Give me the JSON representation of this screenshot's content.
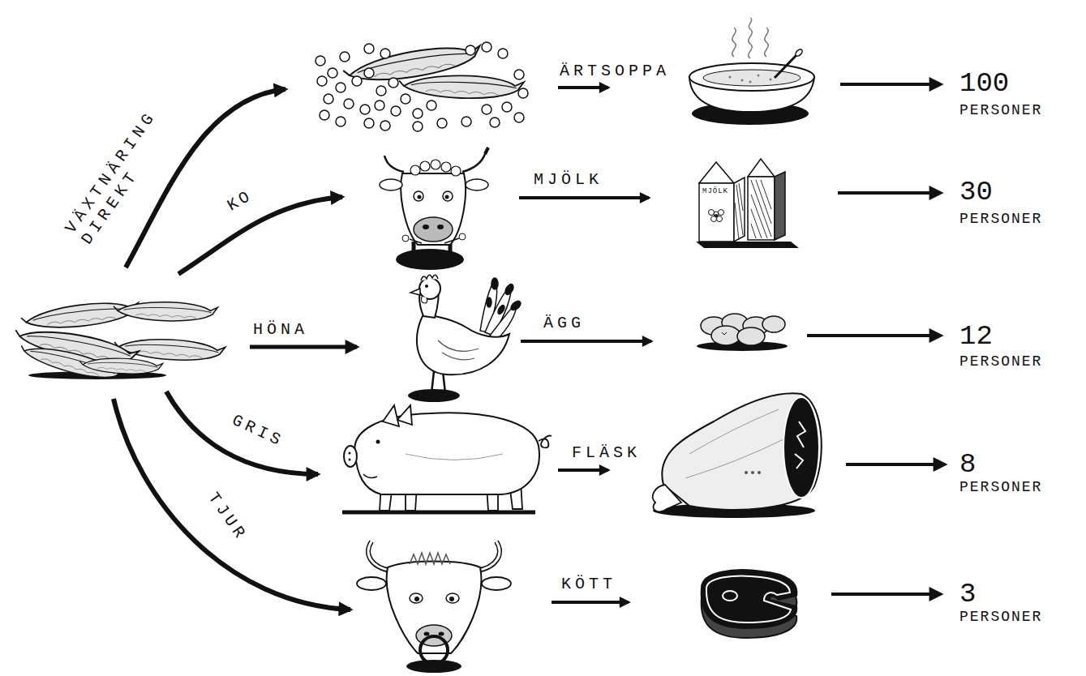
{
  "diagram": {
    "labels": [
      "VÄXTNÄRING DIREKT",
      "ÄRTSOPPA",
      "100",
      "PERSONER",
      "KO",
      "MJÖLK",
      "MJÖLK",
      "30",
      "PERSONER",
      "HÖNA",
      "ÄGG",
      "12",
      "PERSONER",
      "GRIS",
      "FLÄSK",
      "8",
      "PERSONER",
      "TJUR",
      "KÖTT",
      "3",
      "PERSONER"
    ]
  }
}
